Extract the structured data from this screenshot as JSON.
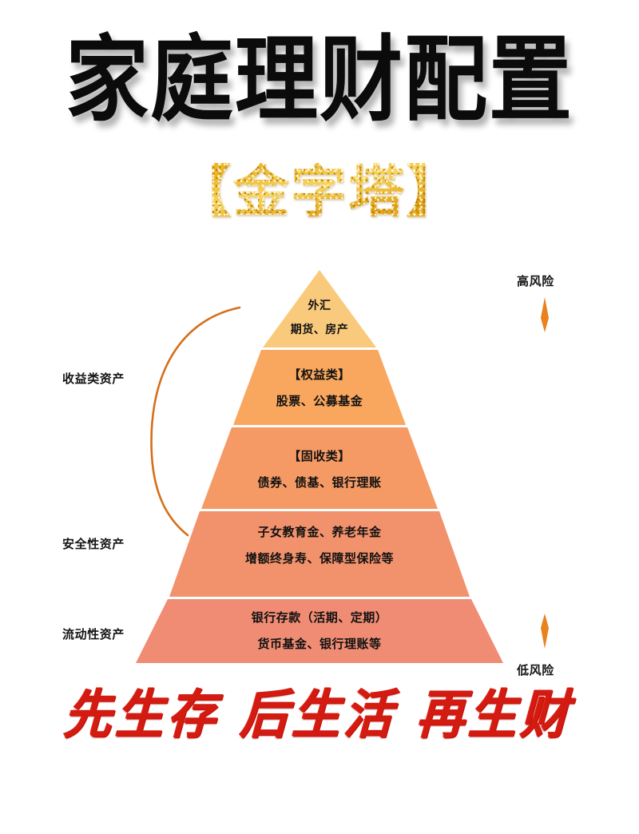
{
  "header": {
    "main_title": "家庭理财配置",
    "subtitle": "【金字塔】"
  },
  "colors": {
    "tier1": "#F9CA7C",
    "tier2": "#F9A75E",
    "tier3": "#F59A64",
    "tier4": "#F2926C",
    "tier5": "#F08C73",
    "divider": "#FFFFFF",
    "accent_arrow": "#E8821E",
    "bracket": "#D4701A",
    "gold": "#ECB424",
    "slogan_red": "#D31B12",
    "text": "#111111"
  },
  "pyramid": {
    "tiers": [
      {
        "id": "tier-foreign-exchange",
        "line1": "外汇",
        "line2": "期货、房产",
        "color": "#F9CA7C"
      },
      {
        "id": "tier-equity",
        "line1": "【权益类】",
        "line2": "股票、公募基金",
        "color": "#F9A75E"
      },
      {
        "id": "tier-fixed-income",
        "line1": "【固收类】",
        "line2": "债券、债基、银行理账",
        "color": "#F59A64"
      },
      {
        "id": "tier-insurance",
        "line1": "子女教育金、养老年金",
        "line2": "增额终身寿、保障型保险等",
        "color": "#F2926C"
      },
      {
        "id": "tier-liquidity",
        "line1": "银行存款（活期、定期）",
        "line2": "货币基金、银行理账等",
        "color": "#F08C73"
      }
    ]
  },
  "side_labels": {
    "income_assets": "收益类资产",
    "safety_assets": "安全性资产",
    "liquidity_assets": "流动性资产"
  },
  "risk_axis": {
    "high": "高风险",
    "low": "低风险"
  },
  "footer": {
    "slogan": "先生存 后生活 再生财"
  },
  "chart_data": {
    "type": "pyramid",
    "title": "家庭理财配置【金字塔】",
    "orientation": "bottom-wide",
    "axis": {
      "label_top": "高风险",
      "label_bottom": "低风险",
      "direction": "risk increases upward"
    },
    "category_brackets": [
      {
        "label": "收益类资产",
        "covers_tiers": [
          0,
          1,
          2
        ]
      },
      {
        "label": "安全性资产",
        "covers_tiers": [
          3
        ]
      },
      {
        "label": "流动性资产",
        "covers_tiers": [
          4
        ]
      }
    ],
    "levels": [
      {
        "rank": 1,
        "title": "外汇",
        "detail": "期货、房产",
        "color": "#F9CA7C",
        "risk": "highest"
      },
      {
        "rank": 2,
        "title": "【权益类】",
        "detail": "股票、公募基金",
        "color": "#F9A75E",
        "risk": "high"
      },
      {
        "rank": 3,
        "title": "【固收类】",
        "detail": "债券、债基、银行理账",
        "color": "#F59A64",
        "risk": "medium"
      },
      {
        "rank": 4,
        "title": "子女教育金、养老年金",
        "detail": "增额终身寿、保障型保险等",
        "color": "#F2926C",
        "risk": "low"
      },
      {
        "rank": 5,
        "title": "银行存款（活期、定期）",
        "detail": "货币基金、银行理账等",
        "color": "#F08C73",
        "risk": "lowest"
      }
    ],
    "annotation": "先生存 后生活 再生财"
  }
}
